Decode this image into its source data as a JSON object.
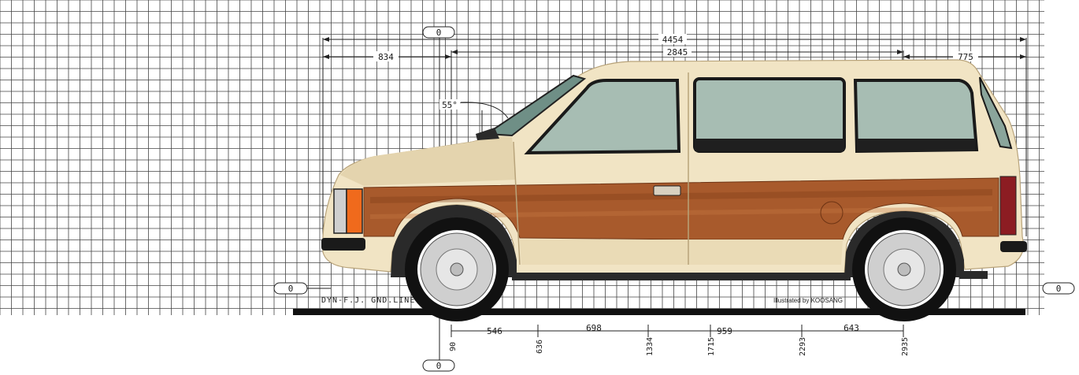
{
  "drawing": {
    "dimensions": {
      "overall_length": "4454",
      "wheelbase": "2845",
      "front_overhang": "834",
      "rear_overhang": "775",
      "windshield_angle": "55°"
    },
    "datum_marks": {
      "top": "0",
      "left": "0",
      "right": "0",
      "bottom": "0"
    },
    "bottom_stations": [
      "90",
      "636",
      "1334",
      "1715",
      "2293",
      "2935"
    ],
    "bottom_spans": [
      "546",
      "698",
      "959",
      "643"
    ],
    "blueprint_label": "DYN-F.J. GND.LINE",
    "credit": "Illustrated by KOOSANG"
  },
  "colors": {
    "body": "#f1e4c4",
    "body_shade": "#d9c7a0",
    "woodgrain": "#a85a2c",
    "woodgrain_dark": "#7d3c18",
    "glass": "#a7bdb3",
    "grid": "#444444",
    "tire": "#111111",
    "wheel": "#cfcfcf"
  }
}
